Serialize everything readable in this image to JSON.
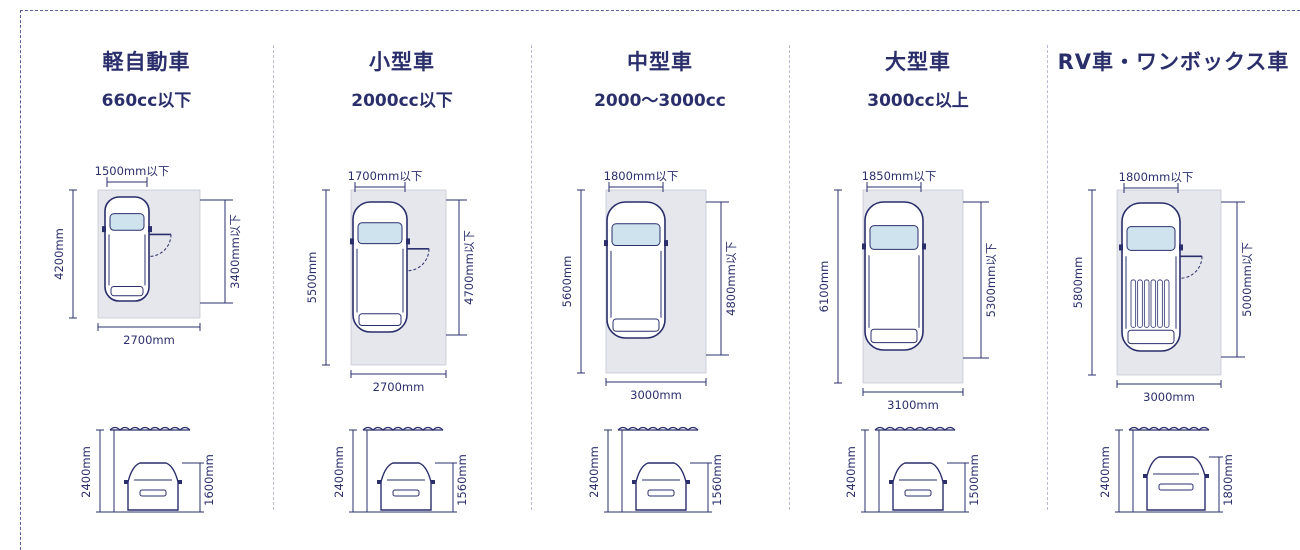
{
  "columns": [
    {
      "title": "軽自動車",
      "subtitle": "660cc以下",
      "car_width": "1500mm以下",
      "space_length": "4200mm",
      "space_width": "2700mm",
      "car_length": "3400mm以下",
      "roof_height": "2400mm",
      "car_height": "1600mm"
    },
    {
      "title": "小型車",
      "subtitle": "2000cc以下",
      "car_width": "1700mm以下",
      "space_length": "5500mm",
      "space_width": "2700mm",
      "car_length": "4700mm以下",
      "roof_height": "2400mm",
      "car_height": "1560mm"
    },
    {
      "title": "中型車",
      "subtitle": "2000〜3000cc",
      "car_width": "1800mm以下",
      "space_length": "5600mm",
      "space_width": "3000mm",
      "car_length": "4800mm以下",
      "roof_height": "2400mm",
      "car_height": "1560mm"
    },
    {
      "title": "大型車",
      "subtitle": "3000cc以上",
      "car_width": "1850mm以下",
      "space_length": "6100mm",
      "space_width": "3100mm",
      "car_length": "5300mm以下",
      "roof_height": "2400mm",
      "car_height": "1500mm"
    },
    {
      "title": "RV車・ワンボックス車",
      "subtitle": "",
      "car_width": "1800mm以下",
      "space_length": "5800mm",
      "space_width": "3000mm",
      "car_length": "5000mm以下",
      "roof_height": "2400mm",
      "car_height": "1800mm"
    }
  ],
  "colors": {
    "ink": "#2a2f6b",
    "space": "#e6e7ec",
    "glass": "#cfe3ee"
  }
}
